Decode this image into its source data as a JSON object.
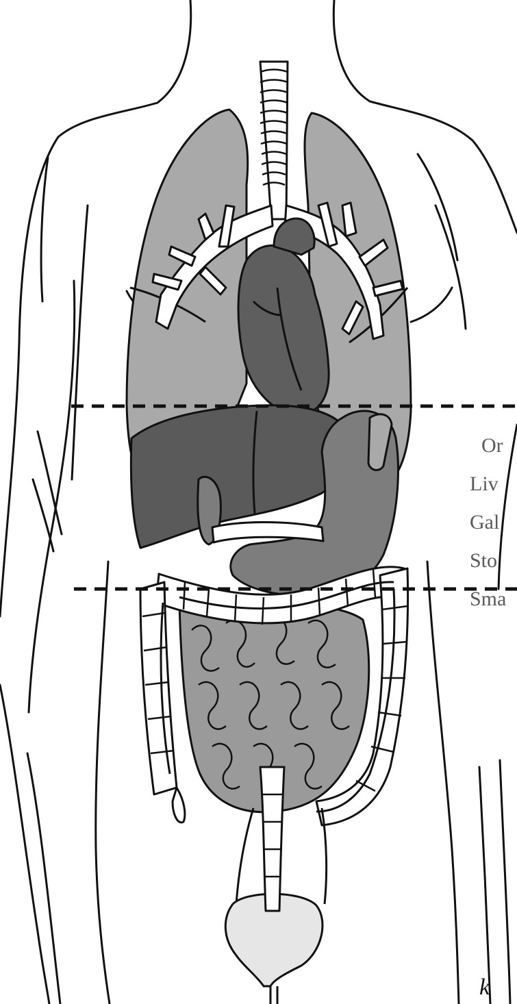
{
  "legend": {
    "heading": "Or",
    "items": [
      "Liv",
      "Gal",
      "Sto",
      "Sma"
    ]
  },
  "signature": "k",
  "colors": {
    "outline": "#111111",
    "lung": "#a9a9a9",
    "heart": "#5e5e5e",
    "liver": "#5a5a5a",
    "stomach": "#7d7d7d",
    "small_intestine": "#9a9a9a",
    "colon": "#ffffff",
    "bladder": "#e6e6e6",
    "trachea": "#ffffff"
  }
}
